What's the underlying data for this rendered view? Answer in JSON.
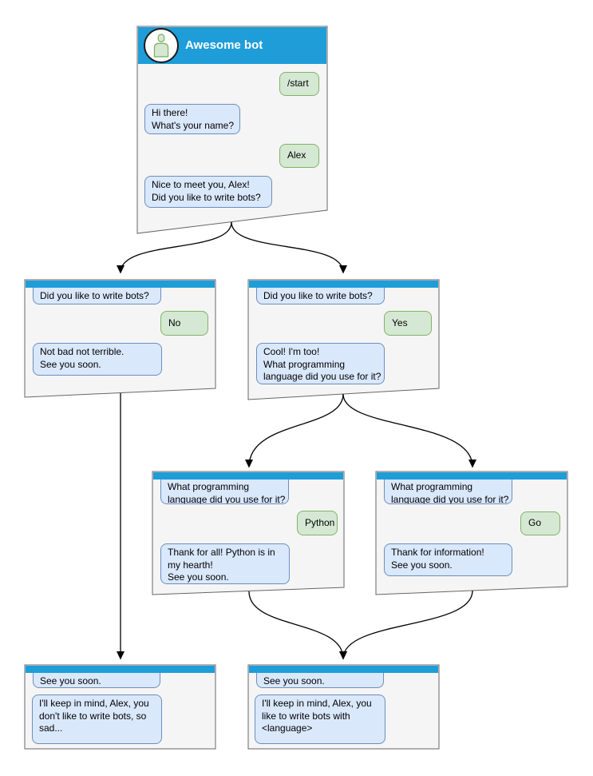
{
  "colors": {
    "header_blue": "#1e9dd9",
    "bot_bubble_fill": "#dae8fc",
    "bot_bubble_border": "#6c8ebf",
    "user_bubble_fill": "#d5e8d4",
    "user_bubble_border": "#82b366",
    "window_fill": "#f5f5f5",
    "window_border": "#666666",
    "edge_color": "#000000"
  },
  "diagram": {
    "root_window": {
      "title": "Awesome bot",
      "avatar_icon": "person-icon",
      "messages": {
        "m1": "/start",
        "m2": "Hi there!\nWhat's your name?",
        "m3": "Alex",
        "m4": "Nice to meet you, Alex!\nDid you like to write bots?"
      }
    },
    "no_branch_window": {
      "messages": {
        "m1": "Did you like to write bots?",
        "m2": "No",
        "m3": "Not bad not terrible.\nSee you soon."
      }
    },
    "yes_branch_window": {
      "messages": {
        "m1": "Did you like to write bots?",
        "m2": "Yes",
        "m3": "Cool! I'm too!\nWhat programming\nlanguage did you use for it?"
      }
    },
    "python_window": {
      "messages": {
        "m1": "What programming\nlanguage did you use for it?",
        "m2": "Python",
        "m3": "Thank for all! Python is in\nmy hearth!\nSee you soon."
      }
    },
    "go_window": {
      "messages": {
        "m1": "What programming\nlanguage did you use for it?",
        "m2": "Go",
        "m3": "Thank for information!\nSee you soon."
      }
    },
    "end_no_window": {
      "messages": {
        "m1": "See you soon.",
        "m2": "I'll keep in mind, Alex, you\ndon't like to write bots, so\nsad..."
      }
    },
    "end_yes_window": {
      "messages": {
        "m1": "See you soon.",
        "m2": "I'll keep in mind, Alex, you\nlike to write bots with\n<language>"
      }
    },
    "edges": [
      {
        "from": "root_window",
        "to": "no_branch_window"
      },
      {
        "from": "root_window",
        "to": "yes_branch_window"
      },
      {
        "from": "no_branch_window",
        "to": "end_no_window"
      },
      {
        "from": "yes_branch_window",
        "to": "python_window"
      },
      {
        "from": "yes_branch_window",
        "to": "go_window"
      },
      {
        "from": "python_window",
        "to": "end_yes_window"
      },
      {
        "from": "go_window",
        "to": "end_yes_window"
      }
    ]
  }
}
